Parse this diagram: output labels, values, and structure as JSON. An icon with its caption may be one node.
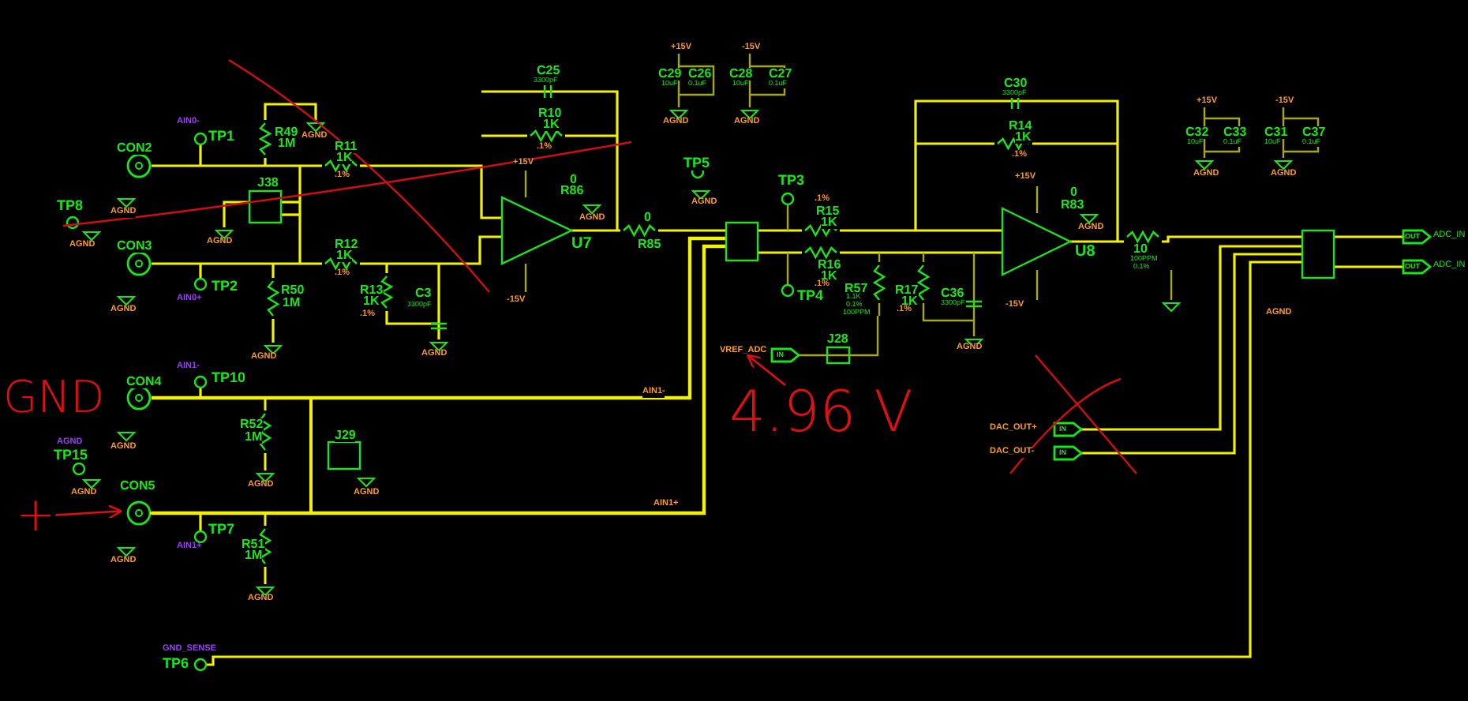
{
  "diagram": {
    "nodes": [
      {
        "text": [
          "+"
        ]
      },
      {
        "text": [
          "CON5"
        ]
      },
      {
        "text": [
          "4.96 V"
        ]
      },
      {
        "text": [
          "VREF_ADC"
        ]
      }
    ],
    "edges": [
      {
        "from": 0,
        "to": 1,
        "arrow": "to"
      },
      {
        "from": 2,
        "to": 3,
        "arrow": "to"
      }
    ],
    "labels": [
      "C25",
      "3300pF",
      "+15V",
      "-15V",
      "C29",
      "10uF",
      "C26",
      "0.1uF",
      "C28",
      "10uF",
      "C27",
      "0.1uF",
      "AGND",
      "AGND",
      "C30",
      "3300pF",
      "R10",
      "1K",
      ".1%",
      "+15V",
      "-15V",
      "C32",
      "10uF",
      "C33",
      "0.1uF",
      "C31",
      "10uF",
      "C37",
      "0.1uF",
      "R14",
      "1K",
      ".1%",
      "AIN0-",
      "TP1",
      "R49",
      "1M",
      "AGND",
      "R11",
      "1K",
      ".1%",
      "CON2",
      "+15V",
      "0",
      "R86",
      "AGND",
      "AGND",
      "AGND",
      "TP5",
      "AGND",
      "+15V",
      "0",
      "R83",
      "AGND",
      "J38",
      "TP8",
      "AGND",
      "AGND",
      "AGND",
      "0",
      "U7",
      "R85",
      "TP3",
      ".1%",
      "R15",
      "1K",
      "U8",
      "10",
      "100PPM",
      "0.1%",
      "R12",
      "1K",
      ".1%",
      "CON3",
      "R16",
      "1K",
      ".1%",
      "TP4",
      "TP2",
      "R50",
      "1M",
      "R13",
      "1K",
      ".1%",
      "C3",
      "3300pF",
      "-15V",
      "R57",
      "1.1K",
      "0.1%",
      "100PPM",
      "R17",
      "1K",
      ".1%",
      "C36",
      "3300pF",
      "-15V",
      "AIN0+",
      "AGND",
      "AGND",
      "AGND",
      "AGND",
      "AGND",
      "J28",
      "AIN1-",
      "CON4",
      "TP10",
      "AIN1-",
      "R52",
      "1M",
      "J29",
      "DAC_OUT+",
      "DAC_OUT-",
      "AGND",
      "AGND",
      "TP15",
      "AGND",
      "AGND",
      "AGND",
      "AIN1+",
      "TP7",
      "R51",
      "1M",
      "AIN1+",
      "AGND",
      "AGND",
      "GND_SENSE",
      "TP6",
      "GND",
      "ADC_IN",
      "ADC_IN",
      "IN",
      "IN",
      "IN",
      "OUT",
      "OUT"
    ]
  }
}
